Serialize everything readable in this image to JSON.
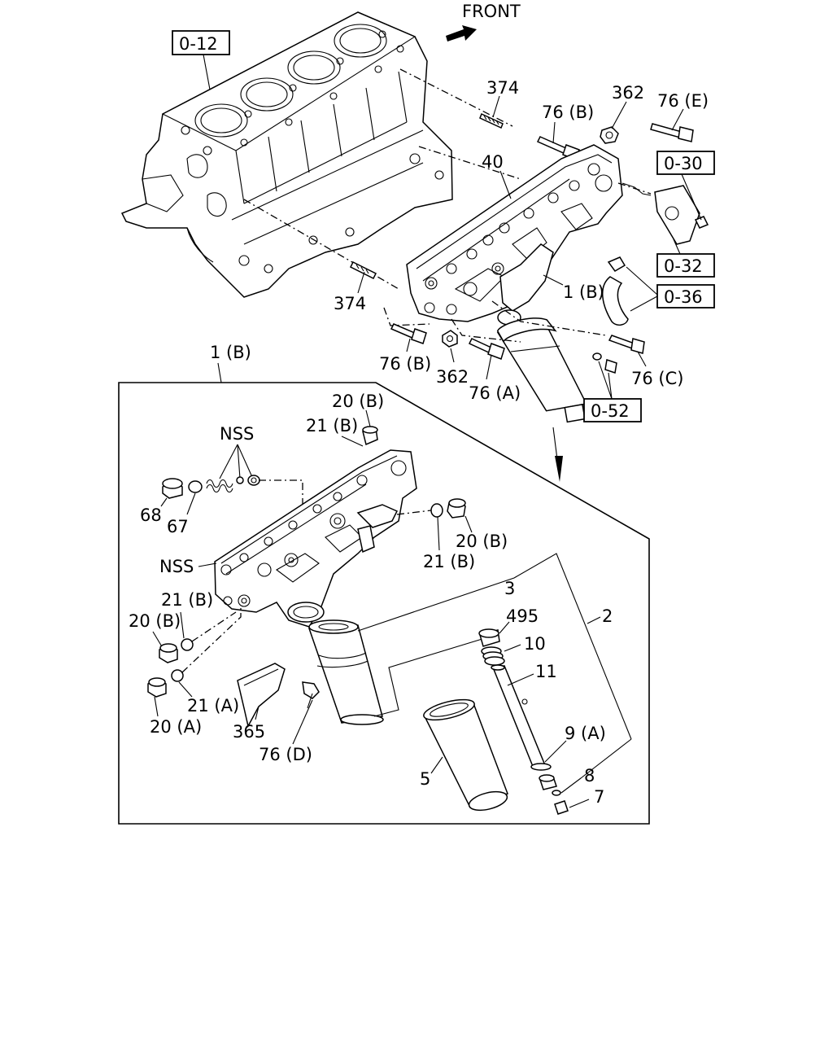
{
  "direction_label": "FRONT",
  "upper_refs": {
    "r0_12": "0-12",
    "r0_30": "0-30",
    "r0_32": "0-32",
    "r0_36": "0-36",
    "r0_52": "0-52"
  },
  "upper_labels": {
    "l374_top": "374",
    "l374_bottom": "374",
    "l76b_top": "76 (B)",
    "l362_top": "362",
    "l76e": "76 (E)",
    "l40": "40",
    "l1b_right": "1 (B)",
    "l76b_bottom": "76 (B)",
    "l362_bottom": "362",
    "l76a": "76 (A)",
    "l76c": "76 (C)"
  },
  "detail_title": "1 (B)",
  "detail_labels": {
    "l20b_top": "20 (B)",
    "l21b_top": "21 (B)",
    "lnss_top": "NSS",
    "l68": "68",
    "l67": "67",
    "l20b_right": "20 (B)",
    "l21b_right": "21 (B)",
    "lnss_left": "NSS",
    "l21b_left": "21 (B)",
    "l20b_left": "20 (B)",
    "l3": "3",
    "l2": "2",
    "l495": "495",
    "l10": "10",
    "l11": "11",
    "l21a": "21 (A)",
    "l20a": "20 (A)",
    "l365": "365",
    "l76d": "76 (D)",
    "l9a": "9 (A)",
    "l5": "5",
    "l8": "8",
    "l7": "7"
  }
}
